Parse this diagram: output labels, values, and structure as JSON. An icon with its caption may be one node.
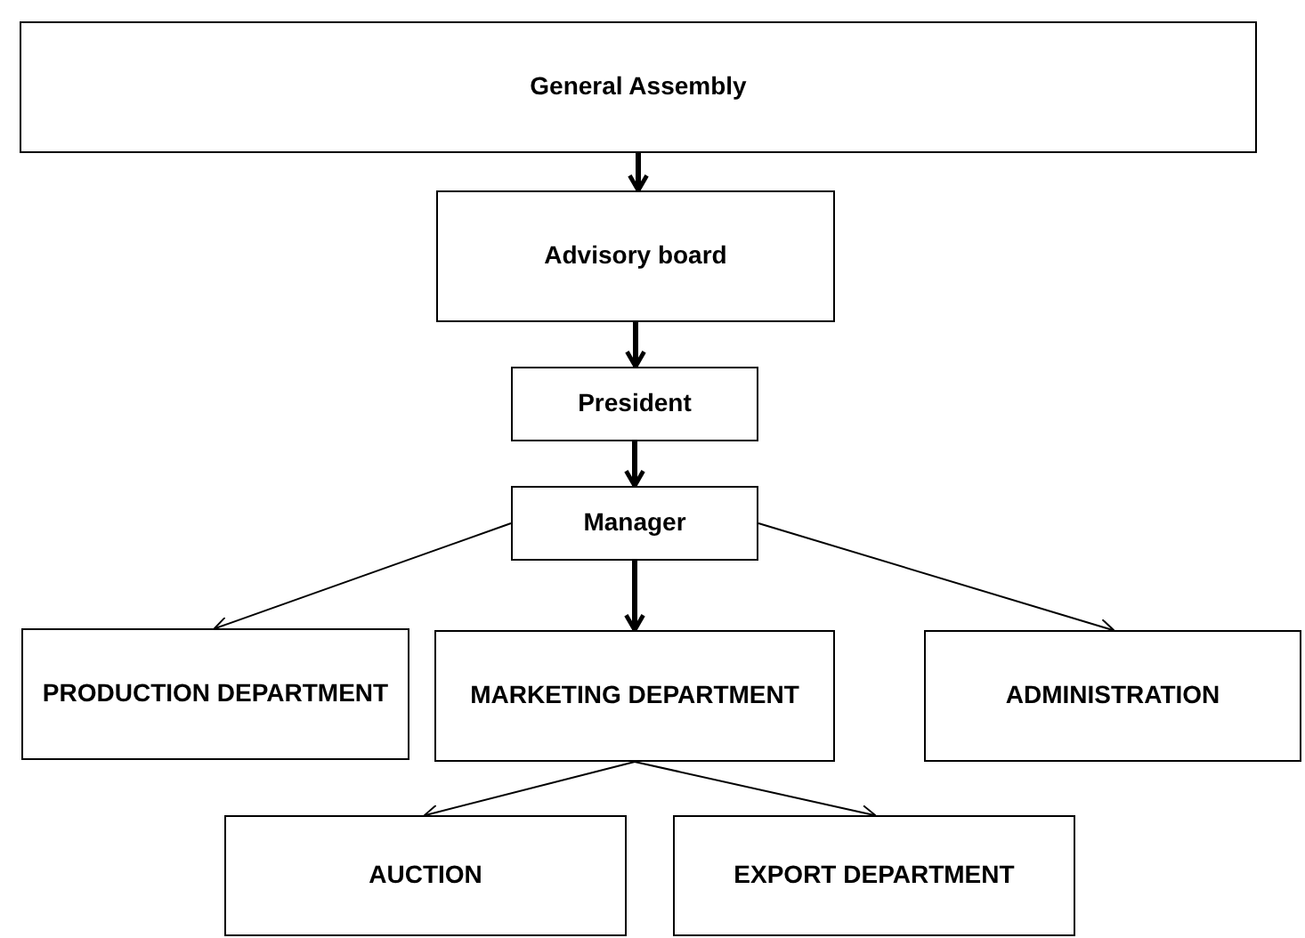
{
  "diagram": {
    "nodes": [
      {
        "text": [
          "General Assembly"
        ]
      },
      {
        "text": [
          "Advisory board"
        ]
      },
      {
        "text": [
          "President"
        ]
      },
      {
        "text": [
          "Manager"
        ]
      },
      {
        "text": [
          "PRODUCTION DEPARTMENT"
        ]
      },
      {
        "text": [
          "MARKETING DEPARTMENT"
        ]
      },
      {
        "text": [
          "ADMINISTRATION"
        ]
      },
      {
        "text": [
          "AUCTION"
        ]
      },
      {
        "text": [
          "EXPORT DEPARTMENT"
        ]
      }
    ],
    "edges": [
      {
        "from": 0,
        "to": 1,
        "arrow": "to",
        "style": "thick"
      },
      {
        "from": 1,
        "to": 2,
        "arrow": "to",
        "style": "thick"
      },
      {
        "from": 2,
        "to": 3,
        "arrow": "to",
        "style": "thick"
      },
      {
        "from": 3,
        "to": 4,
        "arrow": "to"
      },
      {
        "from": 3,
        "to": 5,
        "arrow": "to",
        "style": "thick"
      },
      {
        "from": 3,
        "to": 6,
        "arrow": "to"
      },
      {
        "from": 5,
        "to": 7,
        "arrow": "to"
      },
      {
        "from": 5,
        "to": 8,
        "arrow": "to"
      }
    ]
  }
}
